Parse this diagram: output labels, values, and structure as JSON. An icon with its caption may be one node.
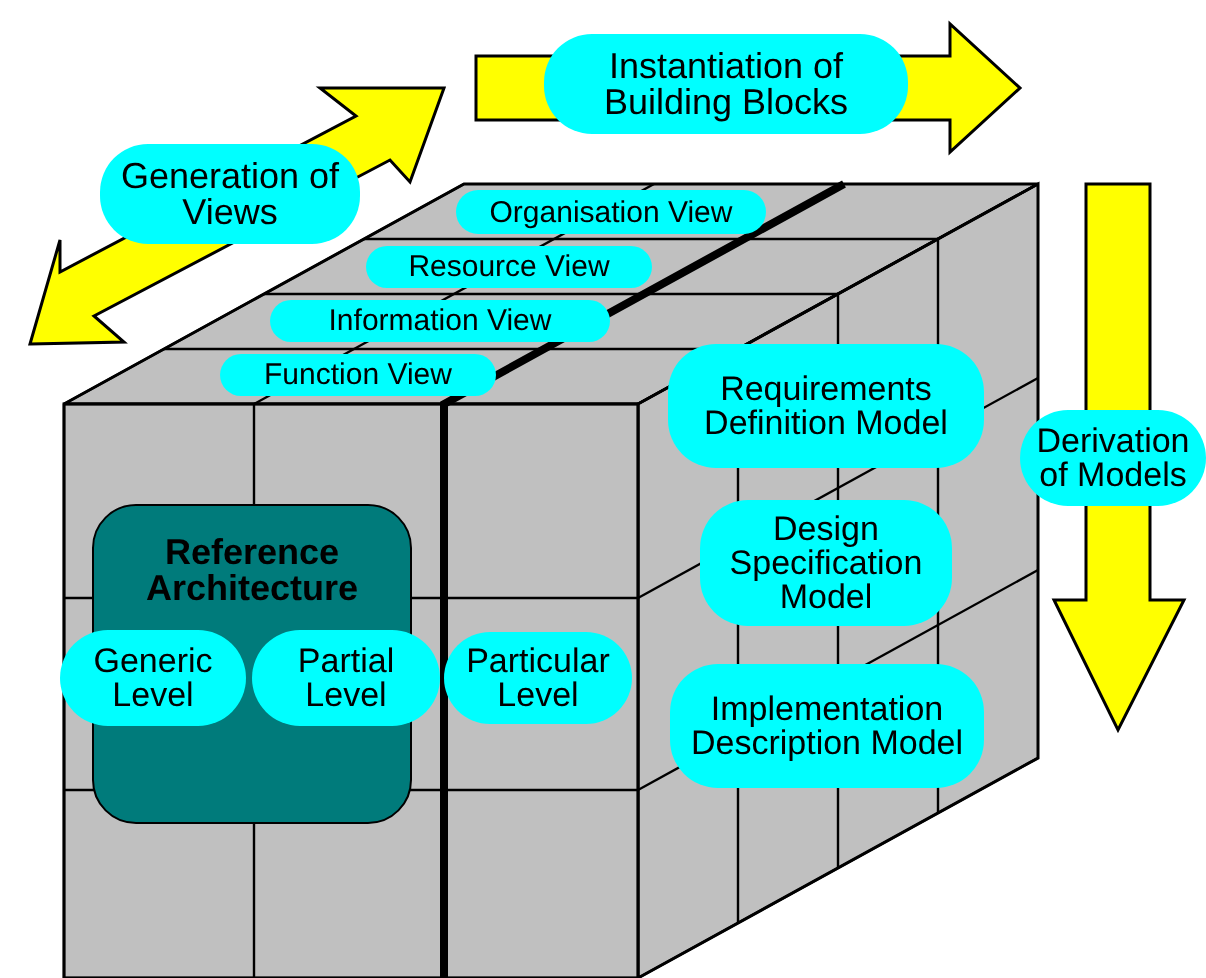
{
  "diagram": {
    "nodes": [
      {
        "text": [
          "Generation of Views"
        ]
      },
      {
        "text": [
          "Instantiation of Building Blocks"
        ]
      },
      {
        "text": [
          "Organisation View"
        ]
      },
      {
        "text": [
          "Resource View"
        ]
      },
      {
        "text": [
          "Information View"
        ]
      },
      {
        "text": [
          "Function View"
        ]
      },
      {
        "text": [
          "Requirements Definition Model"
        ]
      },
      {
        "text": [
          "Derivation of Models"
        ]
      },
      {
        "text": [
          "Reference Architecture"
        ]
      },
      {
        "text": [
          "Generic Level"
        ]
      },
      {
        "text": [
          "Partial Level"
        ]
      },
      {
        "text": [
          "Particular Level"
        ]
      },
      {
        "text": [
          "Design Specification Model"
        ]
      },
      {
        "text": [
          "Implementation Description Model"
        ]
      }
    ]
  }
}
